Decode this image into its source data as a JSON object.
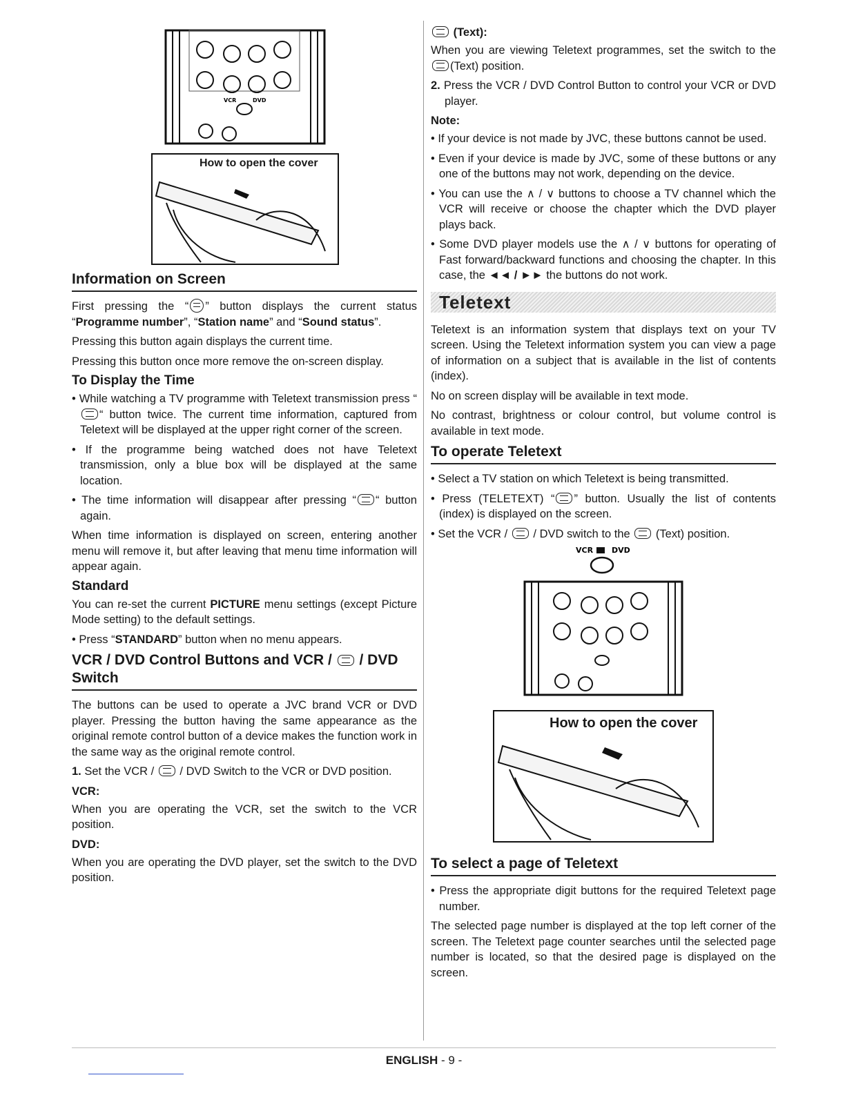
{
  "left": {
    "figure_top": {
      "switch_label_vcr": "VCR",
      "switch_label_dvd": "DVD",
      "cover_title": "How to open the cover"
    },
    "info_title": "Information on Screen",
    "info_p1_a": "First pressing the “",
    "info_p1_b": "” button displays the current status “",
    "info_p1_prog": "Programme number",
    "info_p1_c": "”, “",
    "info_p1_station": "Station name",
    "info_p1_d": "” and “",
    "info_p1_sound": "Sound status",
    "info_p1_e": "”.",
    "info_p2": "Pressing this button again displays the current time.",
    "info_p3": "Pressing this button once more remove the on-screen display.",
    "time_title": "To Display the Time",
    "time_b1_a": "While watching a TV programme with Teletext transmission press “",
    "time_b1_b": "“ button twice. The current time information, captured from Teletext will be displayed at the upper right corner of the screen.",
    "time_b2": "If the programme being watched does not have Teletext transmission, only a blue box will be displayed at the same location.",
    "time_b3_a": "The time information will disappear after pressing “",
    "time_b3_b": "“ button again.",
    "time_p": "When time information is displayed on screen, entering another menu will remove it, but after leaving that menu time information will appear again.",
    "standard_title": "Standard",
    "standard_p_a": "You can re-set the current ",
    "standard_p_b": "PICTURE",
    "standard_p_c": " menu settings (except Picture Mode setting) to the default settings.",
    "standard_b_a": "Press “",
    "standard_b_b": "STANDARD",
    "standard_b_c": "” button when no menu appears.",
    "vcr_title_a": "VCR / DVD Control Buttons and VCR / ",
    "vcr_title_b": " / DVD Switch",
    "vcr_p": "The buttons can be used to operate a JVC brand VCR or DVD player. Pressing the button having the same appearance as the original remote control button of a device makes the function work in the same way as the original remote control.",
    "step1_num": "1.",
    "step1_a": " Set the VCR / ",
    "step1_b": " / DVD Switch to the VCR or DVD position.",
    "vcr_label": "VCR:",
    "vcr_text": "When you are operating the VCR, set the switch to the VCR position.",
    "dvd_label": "DVD:",
    "dvd_text": "When you are operating the DVD player, set the switch to the DVD position."
  },
  "right": {
    "text_label": " (Text):",
    "text_p_a": "When you are viewing Teletext programmes, set the switch to the ",
    "text_p_b": "(Text) position.",
    "step2_num": "2.",
    "step2": " Press the VCR / DVD Control Button to control your VCR or DVD player.",
    "note_label": "Note:",
    "note_b1": "If your device is not made by JVC, these buttons cannot be used.",
    "note_b2": "Even if your device is made by JVC, some of these buttons or any one of the buttons may not work, depending on the device.",
    "note_b3": "You can use the ∧ / ∨ buttons to choose a TV channel which the VCR will receive or choose the chapter which the DVD player plays back.",
    "note_b4_a": "Some DVD player models use the ∧ / ∨ buttons for operating of Fast forward/backward functions and choosing the chapter. In this case, the ",
    "note_b4_b": "◄◄ / ►►",
    "note_b4_c": " the buttons do not work.",
    "teletext_banner": "Teletext",
    "tt_p1": "Teletext is an information system that displays text on your TV screen. Using the Teletext information system you can view a page of information on a subject that is available in the list of contents (index).",
    "tt_p2": "No on screen display will be available in text mode.",
    "tt_p3": "No contrast, brightness or colour control, but volume control is available in text mode.",
    "operate_title": "To operate Teletext",
    "op_b1": "Select a TV station on which Teletext is being transmitted.",
    "op_b2_a": "Press (TELETEXT) “",
    "op_b2_b": "” button. Usually the list of contents (index) is displayed on the screen.",
    "op_b3_a": "Set the VCR / ",
    "op_b3_b": " / DVD switch to the ",
    "op_b3_c": " (Text) position.",
    "switch_vcr": "VCR",
    "switch_dvd": "DVD",
    "cover_title": "How to open the cover",
    "select_title": "To select a page of Teletext",
    "sel_b1": "Press the appropriate digit buttons for the required Teletext page number.",
    "sel_p": "The selected page number is displayed at the top left corner of the screen. The Teletext page counter searches until the selected page number is located, so that the desired page is displayed on the screen."
  },
  "footer": {
    "language": "ENGLISH",
    "page": " - 9 -"
  }
}
